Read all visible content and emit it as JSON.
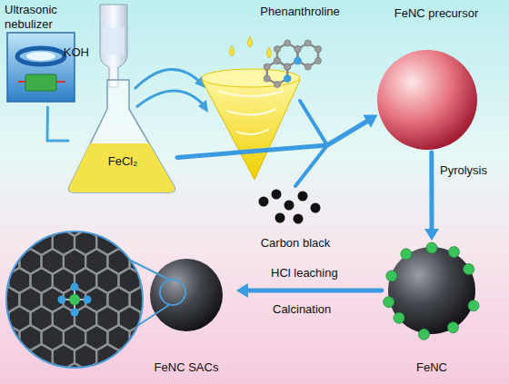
{
  "diagram": {
    "nodes": [
      {
        "text": [
          "Ultrasonic nebulizer"
        ]
      },
      {
        "text": [
          "KOH"
        ]
      },
      {
        "text": [
          "FeCl₂"
        ]
      },
      {
        "text": [
          "Phenanthroline"
        ]
      },
      {
        "text": [
          "Carbon black"
        ]
      },
      {
        "text": [
          "FeNC precursor"
        ]
      },
      {
        "text": [
          "FeNC"
        ]
      },
      {
        "text": [
          "FeNC SACs"
        ]
      }
    ],
    "edges": [
      {
        "from": 0,
        "to": 2,
        "arrow": "none"
      },
      {
        "from": 2,
        "to": 5,
        "arrow": "to"
      },
      {
        "from": 3,
        "to": 5,
        "arrow": "to"
      },
      {
        "from": 4,
        "to": 5,
        "arrow": "to"
      },
      {
        "from": 5,
        "to": 6,
        "label": "Pyrolysis",
        "arrow": "to"
      },
      {
        "from": 6,
        "to": 7,
        "label": "HCl leaching",
        "arrow": "to"
      }
    ],
    "labels": [
      "Calcination"
    ]
  }
}
